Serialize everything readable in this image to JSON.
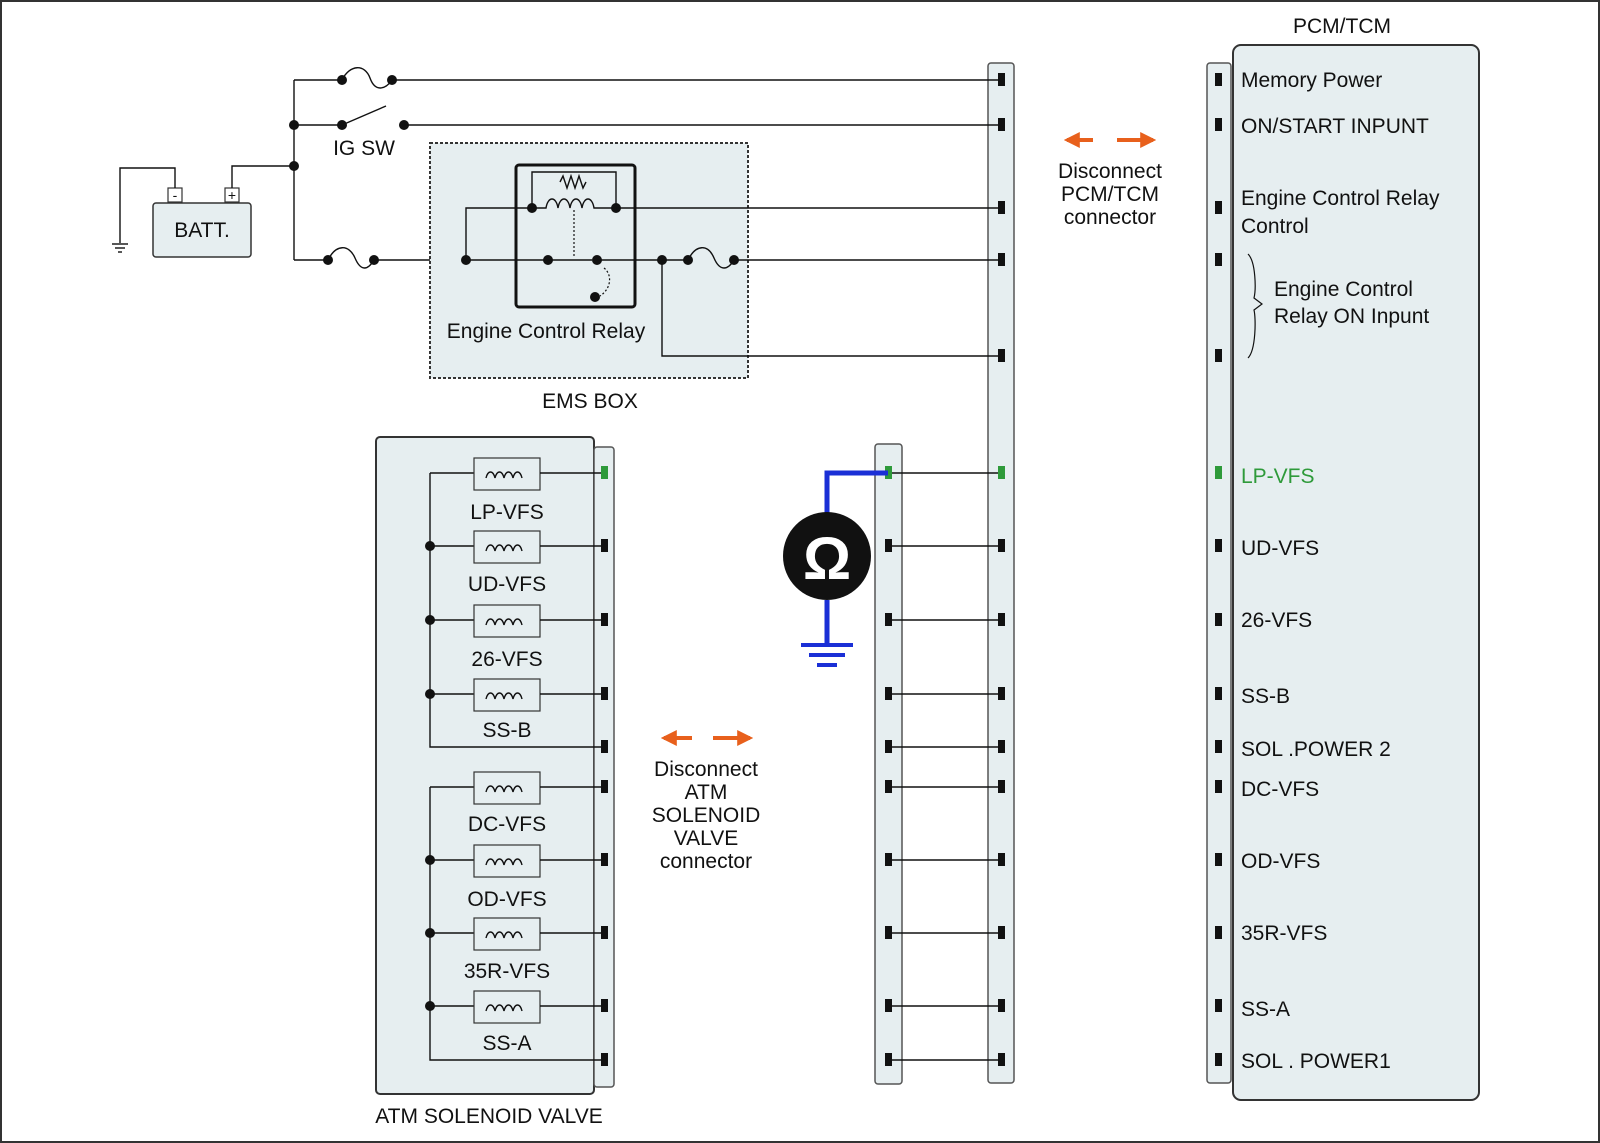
{
  "pcm": {
    "title": "PCM/TCM",
    "pins": [
      {
        "id": "memory-power",
        "label": "Memory Power"
      },
      {
        "id": "on-start-input",
        "label": "ON/START  INPUNT"
      },
      {
        "id": "ecr-control-1",
        "label": "Engine Control Relay"
      },
      {
        "id": "ecr-control-2",
        "label": "Control"
      },
      {
        "id": "ecr-on-1",
        "label": "Engine Control"
      },
      {
        "id": "ecr-on-2",
        "label": "Relay ON Inpunt"
      },
      {
        "id": "lp-vfs",
        "label": "LP-VFS"
      },
      {
        "id": "ud-vfs",
        "label": "UD-VFS"
      },
      {
        "id": "26-vfs",
        "label": "26-VFS"
      },
      {
        "id": "ss-b",
        "label": "SS-B"
      },
      {
        "id": "sol-power-2",
        "label": "SOL .POWER 2"
      },
      {
        "id": "dc-vfs",
        "label": "DC-VFS"
      },
      {
        "id": "od-vfs",
        "label": "OD-VFS"
      },
      {
        "id": "35r-vfs",
        "label": "35R-VFS"
      },
      {
        "id": "ss-a",
        "label": "SS-A"
      },
      {
        "id": "sol-power-1",
        "label": "SOL . POWER1"
      }
    ]
  },
  "power": {
    "battery": "BATT.",
    "battery_minus": "-",
    "battery_plus": "+",
    "ig_switch": "IG SW",
    "relay_label": "Engine Control Relay",
    "ems_box": "EMS BOX"
  },
  "disconnect_pcm": [
    "Disconnect",
    "PCM/TCM",
    "connector"
  ],
  "disconnect_atm": [
    "Disconnect",
    "ATM",
    "SOLENOID",
    "VALVE",
    "connector"
  ],
  "solenoid": {
    "title": "ATM SOLENOID VALVE",
    "coils": [
      "LP-VFS",
      "UD-VFS",
      "26-VFS",
      "SS-B",
      "DC-VFS",
      "OD-VFS",
      "35R-VFS",
      "SS-A"
    ]
  },
  "meter": {
    "symbol": "Ω"
  },
  "colors": {
    "highlight": "#2e9a3a",
    "arrow": "#e8601c",
    "meter_wire": "#1a2fd6",
    "panel": "#e6eef0"
  }
}
